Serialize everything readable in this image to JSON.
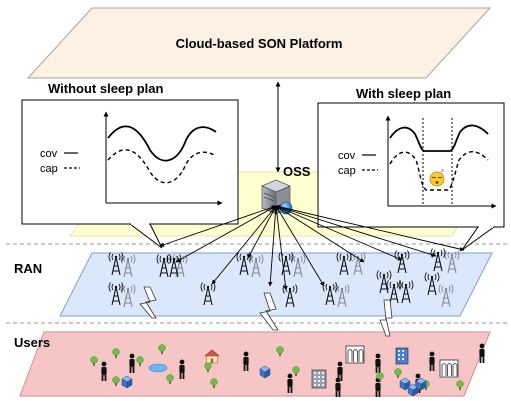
{
  "platform": {
    "label": "Cloud-based SON Platform"
  },
  "oss": {
    "label": "OSS"
  },
  "layers": {
    "ran": "RAN",
    "users": "Users"
  },
  "panels": {
    "without": {
      "title": "Without sleep plan",
      "legend_cov": "cov",
      "legend_cap": "cap"
    },
    "with": {
      "title": "With sleep plan",
      "legend_cov": "cov",
      "legend_cap": "cap"
    }
  },
  "colors": {
    "platform_fill": "#fdf1e3",
    "oss_zone_fill": "#ffffd0",
    "ran_fill": "#dbe8fb",
    "users_fill": "#f6c6c6",
    "tree_fill": "#6cc04a",
    "building_fill": "#4a7fd0",
    "water_fill": "#6fb6ee"
  },
  "icons": {
    "server": "server-icon",
    "tower": "cell-tower-icon",
    "sleep": "sleeping-face-icon",
    "person": "person-icon",
    "tree": "tree-icon",
    "house": "house-icon",
    "building": "building-icon",
    "lightning": "wireless-link-icon"
  }
}
